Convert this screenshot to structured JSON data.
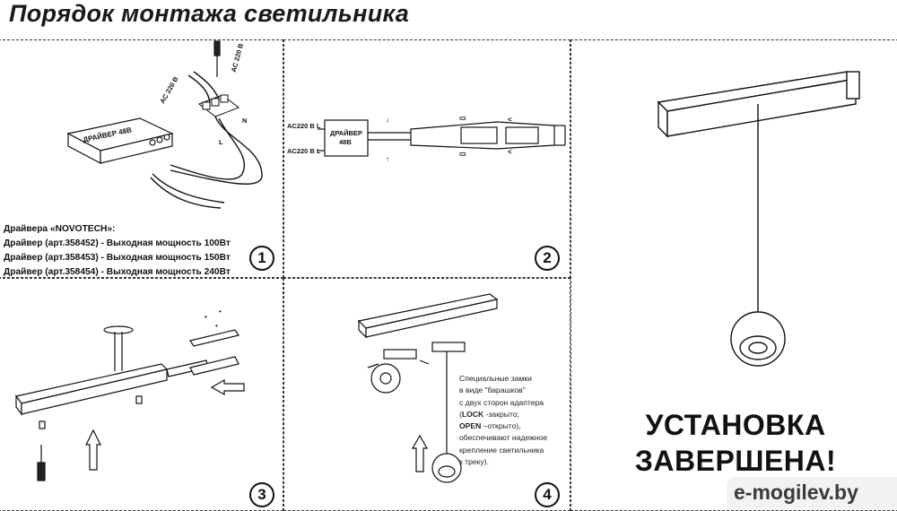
{
  "title": "Порядок монтажа светильника",
  "steps": [
    "1",
    "2",
    "3",
    "4"
  ],
  "panel1": {
    "driver_label": "ДРАЙВЕР 48В",
    "ac_label_top": "AC 220 В",
    "ac_label_side": "AC 220 В",
    "wire_l": "L",
    "wire_n": "N",
    "drivers_heading": "Драйвера «NOVOTECH»:",
    "drivers": [
      "Драйвер (арт.358452) - Выходная мощность 100Вт",
      "Драйвер (арт.358453) - Выходная мощность 150Вт",
      "Драйвер (арт.358454) - Выходная мощность 240Вт"
    ]
  },
  "panel2": {
    "driver_label_1": "ДРАЙВЕР",
    "driver_label_2": "48В",
    "ac_top": "AC220 В L",
    "ac_bottom": "AC220 В L"
  },
  "panel4": {
    "note_1": "Специальные замки",
    "note_2": "в виде \"барашков\"",
    "note_3": "с двух сторон адаптера",
    "lock_word": "LOCK",
    "lock_text": " -закрыто;",
    "open_word": "OPEN",
    "open_text": " –открыто),",
    "note_6": "обеспечивают надежное",
    "note_7": "крепление светильника",
    "note_8": "к треку).",
    "lock_prefix": "("
  },
  "final": {
    "line1": "УСТАНОВКА",
    "line2": "ЗАВЕРШЕНА!"
  },
  "watermark": "e-mogilev.by"
}
